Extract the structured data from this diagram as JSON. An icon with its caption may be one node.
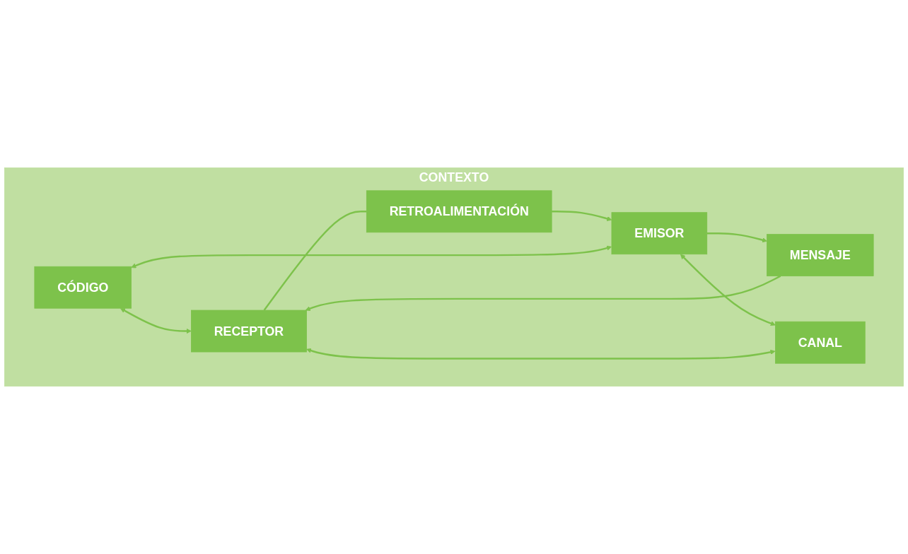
{
  "diagram": {
    "nodes": [
      {
        "text": [
          "CONTEXTO"
        ]
      },
      {
        "text": [
          "CÓDIGO"
        ],
        "in": 0
      },
      {
        "text": [
          "EMISOR"
        ],
        "in": 0
      },
      {
        "text": [
          "MENSAJE"
        ],
        "in": 0
      },
      {
        "text": [
          "RECEPTOR"
        ],
        "in": 0
      },
      {
        "text": [
          "CANAL"
        ],
        "in": 0
      },
      {
        "text": [
          "RETROALIMENTACIÓN"
        ],
        "in": 0
      }
    ],
    "edges": [
      {
        "from": 2,
        "to": 1,
        "arrow": "both"
      },
      {
        "from": 1,
        "to": 4,
        "arrow": "both"
      },
      {
        "from": 2,
        "to": 3,
        "arrow": "to"
      },
      {
        "from": 3,
        "to": 4,
        "arrow": "to"
      },
      {
        "from": 2,
        "to": 5,
        "arrow": "both"
      },
      {
        "from": 5,
        "to": 4,
        "arrow": "both"
      },
      {
        "from": 4,
        "to": 6,
        "arrow": "none"
      },
      {
        "from": 6,
        "to": 2,
        "arrow": "to"
      }
    ]
  }
}
